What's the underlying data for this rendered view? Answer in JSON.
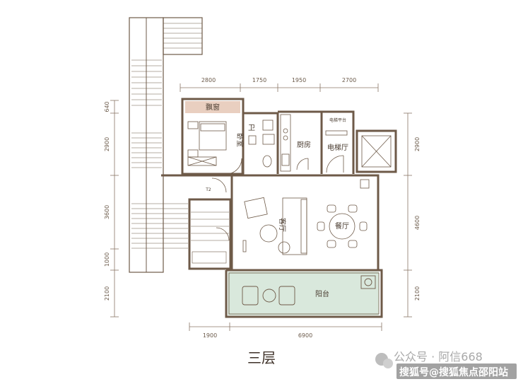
{
  "plan": {
    "title": "三层",
    "top_dimensions": [
      "2800",
      "1750",
      "1950",
      "2700"
    ],
    "bottom_dimensions": [
      "1900",
      "6900"
    ],
    "left_dimensions": [
      "640",
      "2900",
      "3600",
      "1000",
      "2100"
    ],
    "right_dimensions": [
      "2900",
      "4600",
      "2100"
    ],
    "rooms": {
      "bay_window": "飘窗",
      "bedroom": "卧室",
      "bathroom": "卫",
      "kitchen": "厨房",
      "elevator_hall": "电梯厅",
      "elevator_platform": "电梯平台",
      "living": "客厅",
      "dining": "餐厅",
      "balcony": "阳台",
      "stair_tag": "T2"
    },
    "colors": {
      "wall": "#6e5a48",
      "bay_window_fill": "#e9cfc0",
      "balcony_fill": "#d9e8dc",
      "dimension_line": "#8b7766"
    }
  },
  "watermark": {
    "line1": "公众号 · 阿信668",
    "line2": "搜狐号@搜狐焦点邵阳站"
  }
}
